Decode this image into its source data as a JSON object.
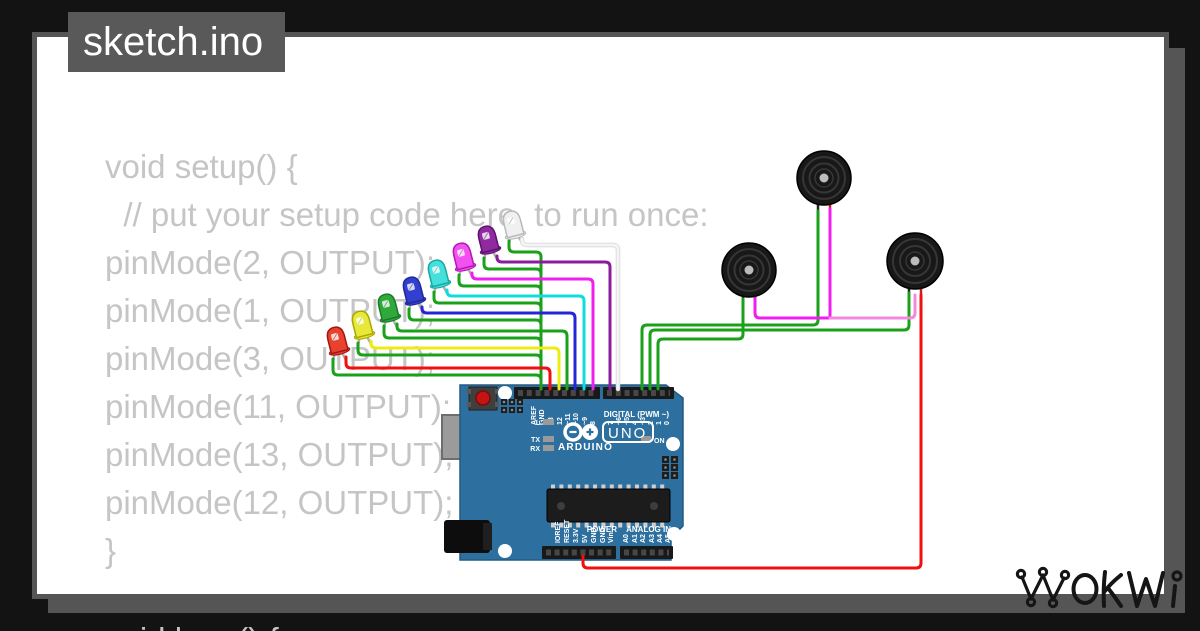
{
  "window": {
    "title": "sketch.ino"
  },
  "code": {
    "lines": [
      "void setup() {",
      "  // put your setup code here, to run once:",
      "pinMode(2, OUTPUT);",
      "pinMode(1, OUTPUT);",
      "pinMode(3, OUTPUT);",
      "pinMode(11, OUTPUT);",
      "pinMode(13, OUTPUT);",
      "pinMode(12, OUTPUT);",
      "}"
    ],
    "clipped_line": "void loop() {"
  },
  "brand": {
    "logo_text": "WOKWI"
  },
  "board": {
    "name": "Arduino UNO",
    "brand_text": "ARDUINO",
    "model_text": "UNO",
    "digital_header_label": "DIGITAL (PWM ~)",
    "power_label": "POWER",
    "analog_label": "ANALOG IN",
    "on_label": "ON",
    "l_label": "L",
    "tx_label": "TX",
    "rx_label": "RX",
    "digital_pins": [
      "AREF",
      "GND",
      "13",
      "12",
      "~11",
      "~10",
      "~9",
      "8",
      "7",
      "~6",
      "~5",
      "4",
      "~3",
      "2",
      "1",
      "0"
    ],
    "power_pins": [
      "IOREF",
      "RESET",
      "3.3V",
      "5V",
      "GND",
      "GND",
      "Vin"
    ],
    "analog_pins": [
      "A0",
      "A1",
      "A2",
      "A3",
      "A4",
      "A5"
    ]
  },
  "components": {
    "leds": [
      {
        "name": "led-red",
        "body": "#e8412e",
        "wire": "#f01010",
        "pin": "13"
      },
      {
        "name": "led-yellow",
        "body": "#e8e83a",
        "wire": "#ecec13",
        "pin": "12"
      },
      {
        "name": "led-green",
        "body": "#2fa83c",
        "wire": "#1aa11a",
        "pin": "11"
      },
      {
        "name": "led-blue",
        "body": "#3340cf",
        "wire": "#2525d8",
        "pin": "10"
      },
      {
        "name": "led-cyan",
        "body": "#45e0dc",
        "wire": "#10dcdc",
        "pin": "9"
      },
      {
        "name": "led-magenta",
        "body": "#f051f0",
        "wire": "#ef1fef",
        "pin": "8"
      },
      {
        "name": "led-purple",
        "body": "#8f2b9e",
        "wire": "#8b1d9d",
        "pin": "7"
      },
      {
        "name": "led-white",
        "body": "#f0f0f0",
        "wire": "#f4f4f4",
        "pin": "6"
      }
    ],
    "buzzers": [
      {
        "name": "buzzer-top",
        "pin": "3"
      },
      {
        "name": "buzzer-left",
        "pin": "1"
      },
      {
        "name": "buzzer-right",
        "pin": "2"
      }
    ]
  },
  "colors": {
    "background": "#131313",
    "frame_gray": "#555555",
    "card": "#ffffff",
    "title_box": "#595959",
    "code_text": "#c5c5c5",
    "board_blue": "#2d709f",
    "header_black": "#191919",
    "gnd_wire_green": "#1aa11a",
    "power_wire_red": "#f01010",
    "buzzer_link_magenta": "#ef1fef",
    "buzzer_link_pink": "#f487e0",
    "logo_black": "#151515"
  }
}
